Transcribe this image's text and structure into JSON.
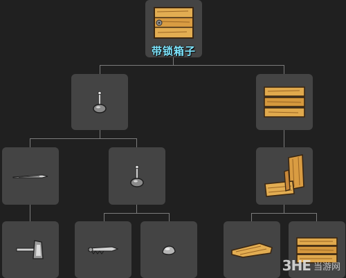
{
  "tree": {
    "root": {
      "label": "带锁箱子",
      "icon": "locked-chest-icon"
    },
    "level1": [
      {
        "icon": "wooden-plank-bundle-icon"
      },
      {
        "icon": "wooden-chest-icon"
      }
    ],
    "level2": [
      {
        "icon": "wooden-spear-icon"
      },
      {
        "icon": "wooden-plank-bundle-icon"
      },
      {
        "icon": "open-wooden-box-icon"
      }
    ],
    "level3": [
      {
        "icon": "hatchet-icon"
      },
      {
        "icon": "saw-blade-icon"
      },
      {
        "icon": "stone-lump-icon"
      },
      {
        "icon": "flat-plank-icon"
      },
      {
        "icon": "wooden-crate-icon"
      }
    ]
  },
  "watermark": {
    "logo": "3HE",
    "text": "当游网"
  },
  "colors": {
    "background": "#202020",
    "node": "#444444",
    "connector": "#7c7c7c",
    "label": "#7fe6ff",
    "wood": "#d79a3c"
  }
}
